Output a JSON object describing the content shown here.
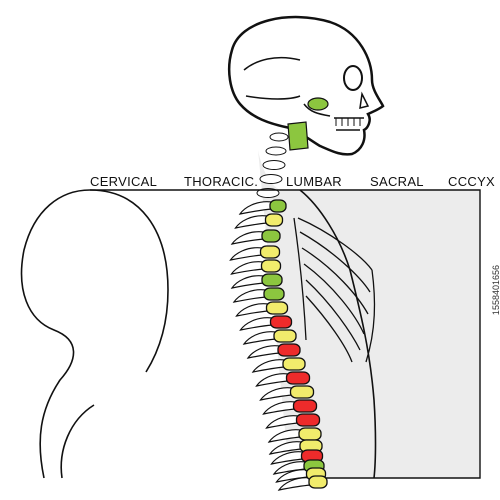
{
  "labels": {
    "cervical": "CERVICAL",
    "thoracic": "THORACIC.",
    "lumbar": "LUMBAR",
    "sacral": "SACRAL",
    "coccyx": "CCCYX"
  },
  "stock_id": "1558401656",
  "colors": {
    "outline": "#111111",
    "green": "#8cc63f",
    "yellow": "#f1ec6c",
    "red": "#ee2b2b",
    "grey_fill": "#e6e6e6",
    "bone_fill": "#ffffff"
  },
  "vertebra_colors": [
    "green",
    "yellow",
    "green",
    "yellow",
    "yellow",
    "green",
    "green",
    "yellow",
    "red",
    "yellow",
    "red",
    "yellow",
    "red",
    "yellow",
    "red",
    "red",
    "yellow",
    "yellow",
    "red",
    "green",
    "yellow",
    "yellow"
  ]
}
